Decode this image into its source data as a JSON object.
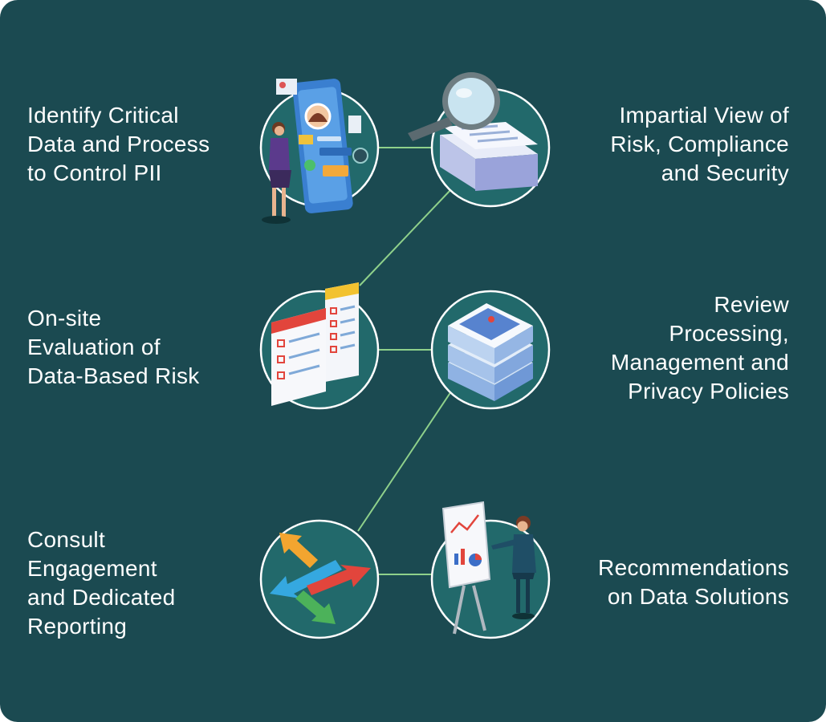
{
  "steps": [
    {
      "id": "pii",
      "text": "Identify Critical\nData and Process\nto Control PII",
      "icon": "mobile-profile-icon"
    },
    {
      "id": "impartial",
      "text": "Impartial View of\nRisk, Compliance\nand Security",
      "icon": "magnifier-documents-icon"
    },
    {
      "id": "onsite",
      "text": "On-site\nEvaluation of\nData-Based Risk",
      "icon": "checklist-icon"
    },
    {
      "id": "review",
      "text": "Review\nProcessing,\nManagement and\nPrivacy Policies",
      "icon": "document-stack-icon"
    },
    {
      "id": "consult",
      "text": "Consult\nEngagement\nand Dedicated\nReporting",
      "icon": "arrows-exchange-icon"
    },
    {
      "id": "recommend",
      "text": "Recommendations\non Data Solutions",
      "icon": "presentation-icon"
    }
  ],
  "colors": {
    "background": "#1b4a51",
    "circle_fill": "#22696b",
    "circle_stroke": "#ffffff",
    "connector": "#8fd18b",
    "text": "#ffffff"
  }
}
